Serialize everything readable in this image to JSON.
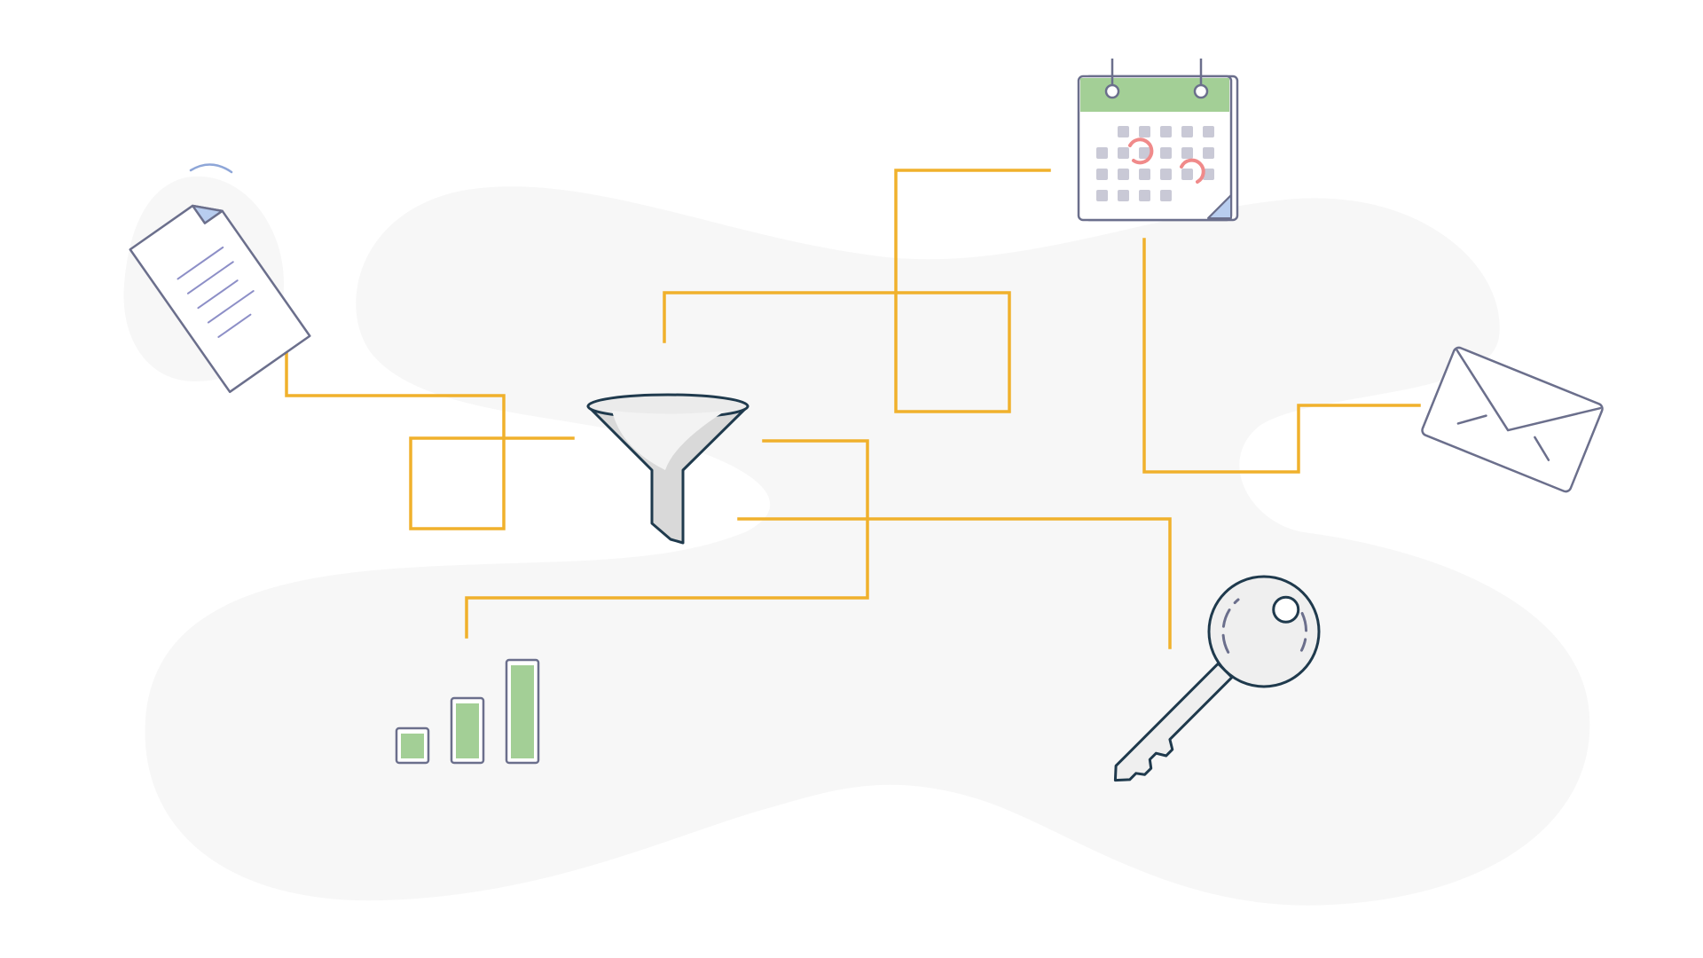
{
  "illustration": {
    "texts": []
  },
  "colors": {
    "background": "#ffffff",
    "blob": "#f7f7f7",
    "connector": "#f0b12c",
    "outline_slate": "#6b6f8c",
    "outline_navy": "#1f3a4d",
    "green": "#a3cf96",
    "calendar_dot": "#c9c9d6",
    "calendar_mark": "#f08a8a",
    "page_fold": "#b8cdef",
    "doc_lines": "#8d8fc7",
    "funnel_fill": "#d9d9d9",
    "funnel_rim": "#ebebeb",
    "key_fill": "#efefef"
  },
  "icons": [
    "document-icon",
    "calendar-icon",
    "funnel-icon",
    "envelope-icon",
    "bar-chart-icon",
    "key-icon"
  ],
  "bar_chart": {
    "levels": [
      0.28,
      0.59,
      0.98
    ]
  }
}
